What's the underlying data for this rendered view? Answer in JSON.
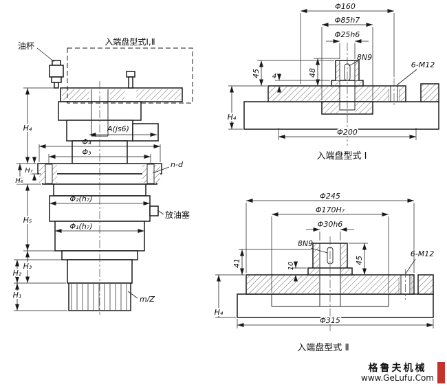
{
  "main_view": {
    "oil_cup": "油杯",
    "plate_note": "入端盘型式Ⅰ,Ⅱ",
    "dim_a": "A(js6)",
    "dim_phi4": "Φ₄",
    "dim_phi3": "Φ₃",
    "dim_nd": "n-d",
    "dim_h4": "H₄",
    "dim_h7": "H₇",
    "dim_h6": "H₆",
    "dim_h5": "H₅",
    "dim_h3": "H₃",
    "dim_h2": "H₂",
    "dim_h1": "H₁",
    "dim_phi2": "Φ₂(h₇)",
    "drain_plug": "放油塞",
    "dim_phi1": "Φ₁(h₇)",
    "dim_mz": "m/Z"
  },
  "type1": {
    "caption": "入端盘型式 Ⅰ",
    "dim_phi160": "Φ160",
    "dim_phi85": "Φ85h7",
    "dim_phi25": "Φ25h6",
    "dim_key": "8N9",
    "dim_bolts": "6-M12",
    "dim_45": "45",
    "dim_4": "4",
    "dim_48": "48",
    "dim_h4": "H₄",
    "dim_phi200": "Φ200"
  },
  "type2": {
    "caption": "入端盘型式 Ⅱ",
    "dim_phi245": "Φ245",
    "dim_phi170": "Φ170H₇",
    "dim_phi30": "Φ30h6",
    "dim_key": "8N9",
    "dim_bolts": "6-M12",
    "dim_41": "41",
    "dim_10": "10",
    "dim_45": "45",
    "dim_h4": "H₄",
    "dim_phi315": "Φ315"
  },
  "watermark": {
    "name": "格鲁夫机械",
    "url": "www.GeLufu.Com",
    "color": "#c5342c"
  }
}
